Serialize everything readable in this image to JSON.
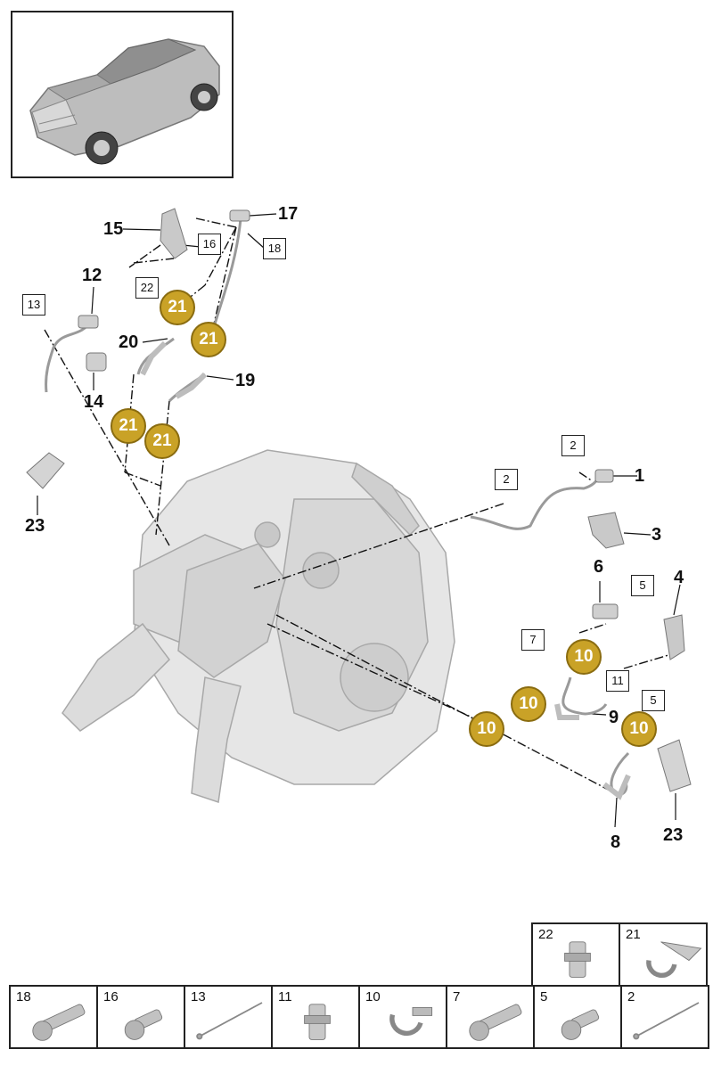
{
  "callouts": {
    "c1": "1",
    "c3": "3",
    "c4": "4",
    "c6": "6",
    "c8": "8",
    "c9": "9",
    "c12": "12",
    "c14": "14",
    "c15": "15",
    "c17": "17",
    "c19": "19",
    "c20": "20",
    "c23a": "23",
    "c23b": "23"
  },
  "boxed": {
    "b2a": "2",
    "b2b": "2",
    "b5a": "5",
    "b5b": "5",
    "b7": "7",
    "b11": "11",
    "b13": "13",
    "b16": "16",
    "b18": "18",
    "b22": "22"
  },
  "badges": {
    "g21a": "21",
    "g21b": "21",
    "g21c": "21",
    "g21d": "21",
    "g10a": "10",
    "g10b": "10",
    "g10c": "10",
    "g10d": "10"
  },
  "legend": {
    "top": [
      {
        "id": "22",
        "icon": "clip"
      },
      {
        "id": "21",
        "icon": "bracket-clamp"
      }
    ],
    "bottom": [
      {
        "id": "18",
        "icon": "bolt-long"
      },
      {
        "id": "16",
        "icon": "bolt-short"
      },
      {
        "id": "13",
        "icon": "cable-tie"
      },
      {
        "id": "11",
        "icon": "clip"
      },
      {
        "id": "10",
        "icon": "clamp"
      },
      {
        "id": "7",
        "icon": "bolt-long"
      },
      {
        "id": "5",
        "icon": "bolt-short"
      },
      {
        "id": "2",
        "icon": "cable-tie"
      }
    ]
  },
  "colors": {
    "badge": "#c9a227",
    "part": "#cfcfcf",
    "line": "#111111"
  }
}
